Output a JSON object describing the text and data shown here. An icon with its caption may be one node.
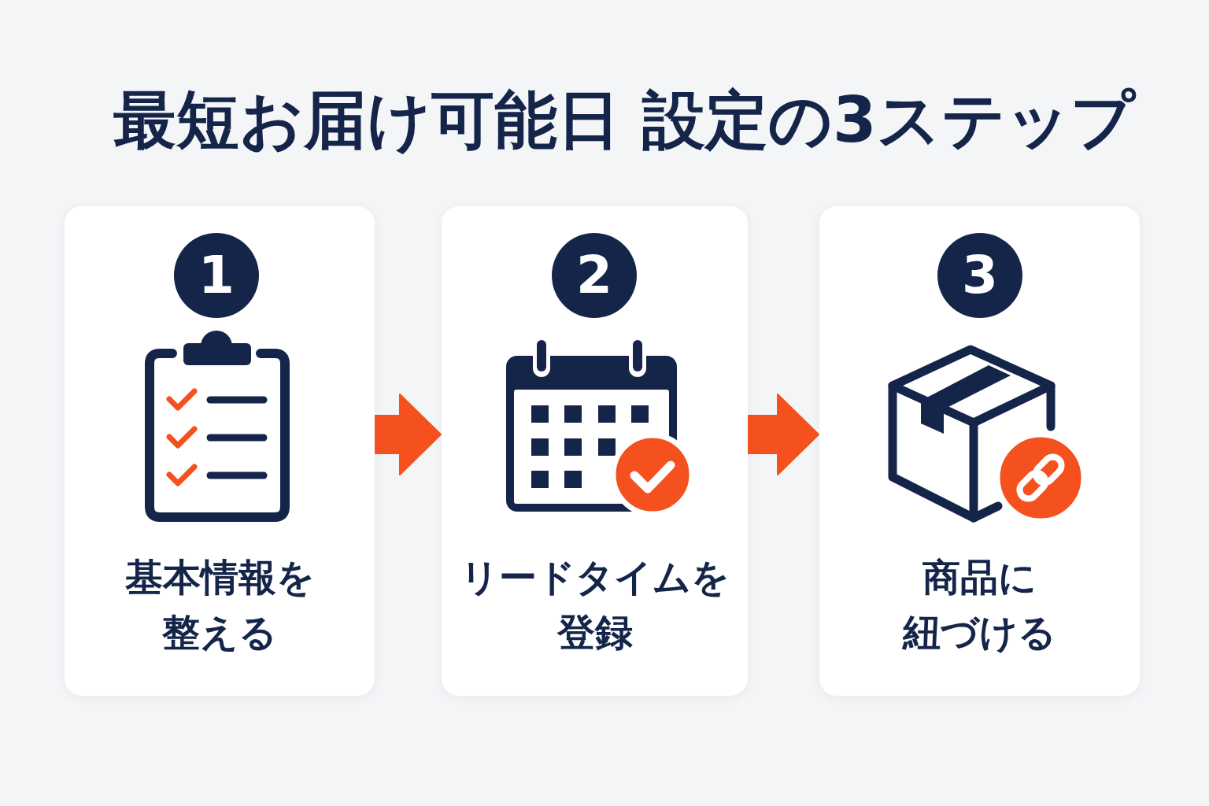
{
  "diagram": {
    "title": "最短お届け可能日 設定の3ステップ",
    "nodes": [
      {
        "text": [
          "基本情報を整える"
        ]
      },
      {
        "text": [
          "1"
        ],
        "in": 0
      },
      {
        "text": [
          "リードタイムを登録"
        ]
      },
      {
        "text": [
          "2"
        ],
        "in": 2
      },
      {
        "text": [
          "商品に紐づける"
        ]
      },
      {
        "text": [
          "3"
        ],
        "in": 4
      }
    ],
    "edges": [
      {
        "from": 0,
        "to": 2,
        "arrow": "to"
      },
      {
        "from": 2,
        "to": 4,
        "arrow": "to"
      }
    ]
  }
}
